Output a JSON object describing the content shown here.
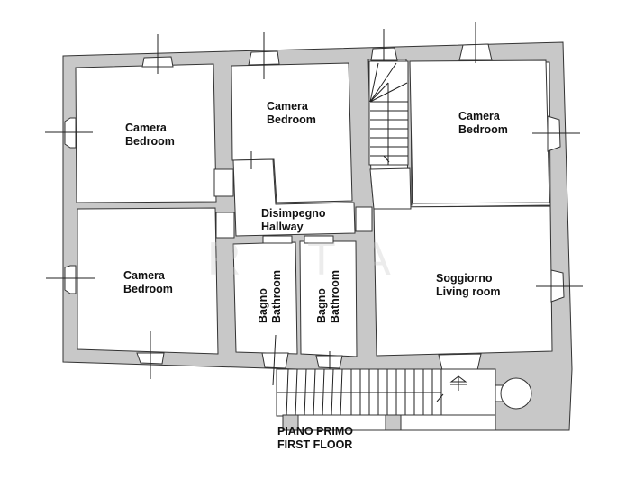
{
  "plan": {
    "title_it": "PIANO PRIMO",
    "title_en": "FIRST FLOOR",
    "watermark": "R  TA",
    "colors": {
      "wall": "#c8c8c8",
      "line": "#333333",
      "room": "#ffffff"
    },
    "rooms": [
      {
        "id": "bedroom-top-left",
        "name_it": "Camera",
        "name_en": "Bedroom"
      },
      {
        "id": "bedroom-top-center",
        "name_it": "Camera",
        "name_en": "Bedroom"
      },
      {
        "id": "bedroom-top-right",
        "name_it": "Camera",
        "name_en": "Bedroom"
      },
      {
        "id": "hallway",
        "name_it": "Disimpegno",
        "name_en": "Hallway"
      },
      {
        "id": "bedroom-bottom-left",
        "name_it": "Camera",
        "name_en": "Bedroom"
      },
      {
        "id": "bathroom-1",
        "name_it": "Bagno",
        "name_en": "Bathroom"
      },
      {
        "id": "bathroom-2",
        "name_it": "Bagno",
        "name_en": "Bathroom"
      },
      {
        "id": "living-room",
        "name_it": "Soggiorno",
        "name_en": "Living room"
      }
    ]
  }
}
